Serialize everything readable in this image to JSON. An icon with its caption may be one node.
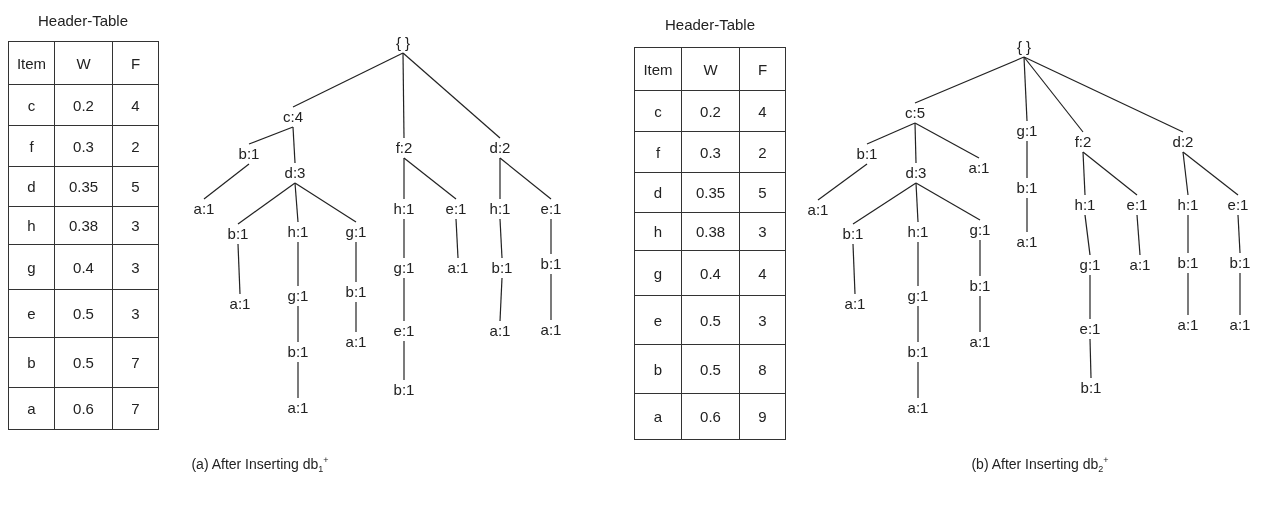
{
  "diagram": {
    "nodes": [
      {
        "text": [
          "{ }"
        ]
      },
      {
        "text": [
          "c:4"
        ]
      },
      {
        "text": [
          "b:1"
        ]
      },
      {
        "text": [
          "a:1"
        ]
      },
      {
        "text": [
          "d:3"
        ]
      },
      {
        "text": [
          "b:1"
        ]
      },
      {
        "text": [
          "a:1"
        ]
      },
      {
        "text": [
          "h:1"
        ]
      },
      {
        "text": [
          "g:1"
        ]
      },
      {
        "text": [
          "b:1"
        ]
      },
      {
        "text": [
          "a:1"
        ]
      },
      {
        "text": [
          "g:1"
        ]
      },
      {
        "text": [
          "b:1"
        ]
      },
      {
        "text": [
          "a:1"
        ]
      },
      {
        "text": [
          "f:2"
        ]
      },
      {
        "text": [
          "h:1"
        ]
      },
      {
        "text": [
          "g:1"
        ]
      },
      {
        "text": [
          "e:1"
        ]
      },
      {
        "text": [
          "b:1"
        ]
      },
      {
        "text": [
          "e:1"
        ]
      },
      {
        "text": [
          "a:1"
        ]
      },
      {
        "text": [
          "d:2"
        ]
      },
      {
        "text": [
          "h:1"
        ]
      },
      {
        "text": [
          "b:1"
        ]
      },
      {
        "text": [
          "a:1"
        ]
      },
      {
        "text": [
          "e:1"
        ]
      },
      {
        "text": [
          "b:1"
        ]
      },
      {
        "text": [
          "a:1"
        ]
      },
      {
        "text": [
          "{ }"
        ]
      },
      {
        "text": [
          "c:5"
        ]
      },
      {
        "text": [
          "b:1"
        ]
      },
      {
        "text": [
          "a:1"
        ]
      },
      {
        "text": [
          "d:3"
        ]
      },
      {
        "text": [
          "b:1"
        ]
      },
      {
        "text": [
          "a:1"
        ]
      },
      {
        "text": [
          "h:1"
        ]
      },
      {
        "text": [
          "g:1"
        ]
      },
      {
        "text": [
          "b:1"
        ]
      },
      {
        "text": [
          "a:1"
        ]
      },
      {
        "text": [
          "g:1"
        ]
      },
      {
        "text": [
          "b:1"
        ]
      },
      {
        "text": [
          "a:1"
        ]
      },
      {
        "text": [
          "a:1"
        ]
      },
      {
        "text": [
          "g:1"
        ]
      },
      {
        "text": [
          "b:1"
        ]
      },
      {
        "text": [
          "a:1"
        ]
      },
      {
        "text": [
          "f:2"
        ]
      },
      {
        "text": [
          "h:1"
        ]
      },
      {
        "text": [
          "g:1"
        ]
      },
      {
        "text": [
          "e:1"
        ]
      },
      {
        "text": [
          "b:1"
        ]
      },
      {
        "text": [
          "e:1"
        ]
      },
      {
        "text": [
          "a:1"
        ]
      },
      {
        "text": [
          "d:2"
        ]
      },
      {
        "text": [
          "h:1"
        ]
      },
      {
        "text": [
          "b:1"
        ]
      },
      {
        "text": [
          "a:1"
        ]
      },
      {
        "text": [
          "e:1"
        ]
      },
      {
        "text": [
          "b:1"
        ]
      },
      {
        "text": [
          "a:1"
        ]
      }
    ],
    "edges": [
      {
        "from": 0,
        "to": 1,
        "arrow": "none"
      },
      {
        "from": 1,
        "to": 2,
        "arrow": "none"
      },
      {
        "from": 2,
        "to": 3,
        "arrow": "none"
      },
      {
        "from": 1,
        "to": 4,
        "arrow": "none"
      },
      {
        "from": 4,
        "to": 5,
        "arrow": "none"
      },
      {
        "from": 5,
        "to": 6,
        "arrow": "none"
      },
      {
        "from": 4,
        "to": 7,
        "arrow": "none"
      },
      {
        "from": 7,
        "to": 8,
        "arrow": "none"
      },
      {
        "from": 8,
        "to": 9,
        "arrow": "none"
      },
      {
        "from": 9,
        "to": 10,
        "arrow": "none"
      },
      {
        "from": 4,
        "to": 11,
        "arrow": "none"
      },
      {
        "from": 11,
        "to": 12,
        "arrow": "none"
      },
      {
        "from": 12,
        "to": 13,
        "arrow": "none"
      },
      {
        "from": 0,
        "to": 14,
        "arrow": "none"
      },
      {
        "from": 14,
        "to": 15,
        "arrow": "none"
      },
      {
        "from": 15,
        "to": 16,
        "arrow": "none"
      },
      {
        "from": 16,
        "to": 17,
        "arrow": "none"
      },
      {
        "from": 17,
        "to": 18,
        "arrow": "none"
      },
      {
        "from": 14,
        "to": 19,
        "arrow": "none"
      },
      {
        "from": 19,
        "to": 20,
        "arrow": "none"
      },
      {
        "from": 0,
        "to": 21,
        "arrow": "none"
      },
      {
        "from": 21,
        "to": 22,
        "arrow": "none"
      },
      {
        "from": 22,
        "to": 23,
        "arrow": "none"
      },
      {
        "from": 23,
        "to": 24,
        "arrow": "none"
      },
      {
        "from": 21,
        "to": 25,
        "arrow": "none"
      },
      {
        "from": 25,
        "to": 26,
        "arrow": "none"
      },
      {
        "from": 26,
        "to": 27,
        "arrow": "none"
      },
      {
        "from": 28,
        "to": 29,
        "arrow": "none"
      },
      {
        "from": 29,
        "to": 30,
        "arrow": "none"
      },
      {
        "from": 30,
        "to": 31,
        "arrow": "none"
      },
      {
        "from": 29,
        "to": 32,
        "arrow": "none"
      },
      {
        "from": 32,
        "to": 33,
        "arrow": "none"
      },
      {
        "from": 33,
        "to": 34,
        "arrow": "none"
      },
      {
        "from": 32,
        "to": 35,
        "arrow": "none"
      },
      {
        "from": 35,
        "to": 36,
        "arrow": "none"
      },
      {
        "from": 36,
        "to": 37,
        "arrow": "none"
      },
      {
        "from": 37,
        "to": 38,
        "arrow": "none"
      },
      {
        "from": 32,
        "to": 39,
        "arrow": "none"
      },
      {
        "from": 39,
        "to": 40,
        "arrow": "none"
      },
      {
        "from": 40,
        "to": 41,
        "arrow": "none"
      },
      {
        "from": 29,
        "to": 42,
        "arrow": "none"
      },
      {
        "from": 28,
        "to": 43,
        "arrow": "none"
      },
      {
        "from": 43,
        "to": 44,
        "arrow": "none"
      },
      {
        "from": 44,
        "to": 45,
        "arrow": "none"
      },
      {
        "from": 28,
        "to": 46,
        "arrow": "none"
      },
      {
        "from": 46,
        "to": 47,
        "arrow": "none"
      },
      {
        "from": 47,
        "to": 48,
        "arrow": "none"
      },
      {
        "from": 48,
        "to": 49,
        "arrow": "none"
      },
      {
        "from": 49,
        "to": 50,
        "arrow": "none"
      },
      {
        "from": 46,
        "to": 51,
        "arrow": "none"
      },
      {
        "from": 51,
        "to": 52,
        "arrow": "none"
      },
      {
        "from": 28,
        "to": 53,
        "arrow": "none"
      },
      {
        "from": 53,
        "to": 54,
        "arrow": "none"
      },
      {
        "from": 54,
        "to": 55,
        "arrow": "none"
      },
      {
        "from": 55,
        "to": 56,
        "arrow": "none"
      },
      {
        "from": 53,
        "to": 57,
        "arrow": "none"
      },
      {
        "from": 57,
        "to": 58,
        "arrow": "none"
      },
      {
        "from": 58,
        "to": 59,
        "arrow": "none"
      }
    ],
    "labels": [
      "Header-Table",
      "Item",
      "W",
      "F",
      "c",
      "0.2",
      "4",
      "f",
      "0.3",
      "2",
      "d",
      "0.35",
      "5",
      "h",
      "0.38",
      "3",
      "g",
      "0.4",
      "3",
      "e",
      "0.5",
      "3",
      "b",
      "0.5",
      "7",
      "a",
      "0.6",
      "7",
      "(a) After Inserting db$_{1}$$^{+}$",
      "Header-Table",
      "Item",
      "W",
      "F",
      "c",
      "0.2",
      "4",
      "f",
      "0.3",
      "2",
      "d",
      "0.35",
      "5",
      "h",
      "0.38",
      "3",
      "g",
      "0.4",
      "4",
      "e",
      "0.5",
      "3",
      "b",
      "0.5",
      "8",
      "a",
      "0.6",
      "9",
      "(b) After Inserting db$_{2}$$^{+}$"
    ]
  }
}
